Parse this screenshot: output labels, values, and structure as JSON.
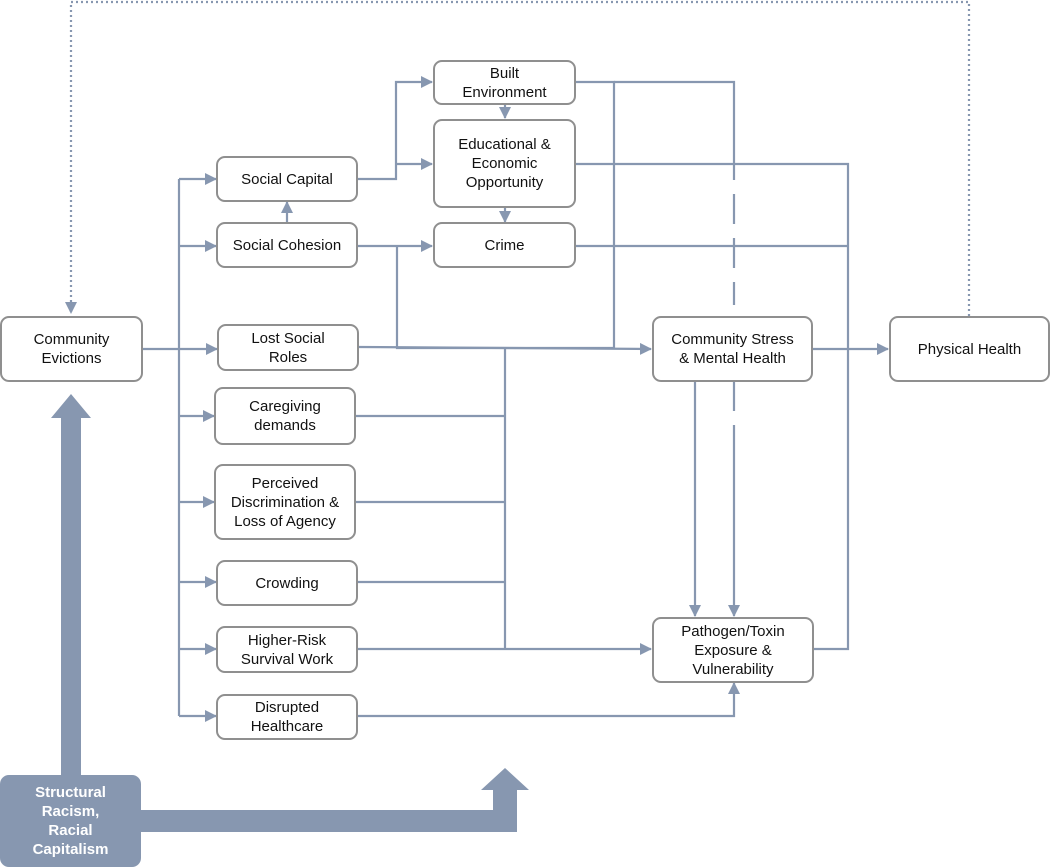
{
  "nodes": {
    "built_environment": "Built\nEnvironment",
    "educational_economic": "Educational &\nEconomic\nOpportunity",
    "social_capital": "Social Capital",
    "social_cohesion": "Social Cohesion",
    "crime": "Crime",
    "community_evictions": "Community\nEvictions",
    "lost_social_roles": "Lost Social\nRoles",
    "community_stress": "Community Stress\n&  Mental Health",
    "physical_health": "Physical Health",
    "caregiving_demands": "Caregiving\ndemands",
    "perceived_discrimination": "Perceived\nDiscrimination &\nLoss of Agency",
    "crowding": "Crowding",
    "higher_risk_work": "Higher-Risk\nSurvival Work",
    "pathogen_exposure": "Pathogen/Toxin\nExposure &\nVulnerability",
    "disrupted_healthcare": "Disrupted\nHealthcare",
    "structural_racism": "Structural\nRacism,\nRacial\nCapitalism"
  },
  "colors": {
    "arrow": "#8797b0",
    "box_border": "#8f8f8f",
    "root_fill": "#8797b0",
    "text": "#111111"
  }
}
